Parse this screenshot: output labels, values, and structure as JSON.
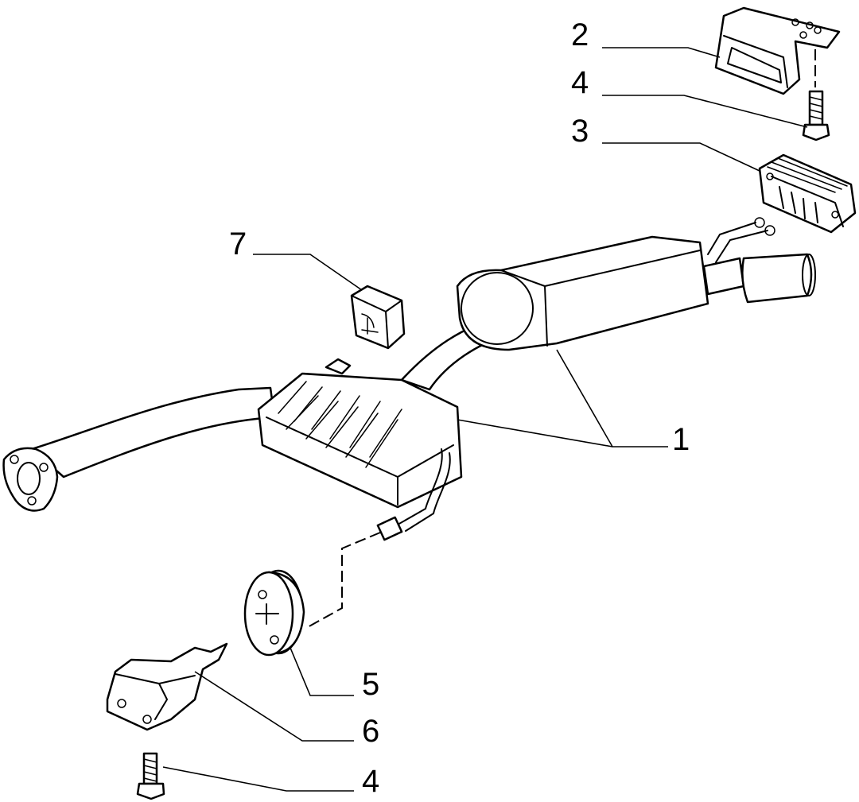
{
  "labels": {
    "tailpipe": "1",
    "bracket_top": "2",
    "hanger_top": "3",
    "screw_top": "4",
    "screw_bottom": "4",
    "round_hanger": "5",
    "bracket_bottom": "6",
    "small_hanger": "7"
  },
  "colors": {
    "line": "#000000",
    "background": "#ffffff"
  }
}
